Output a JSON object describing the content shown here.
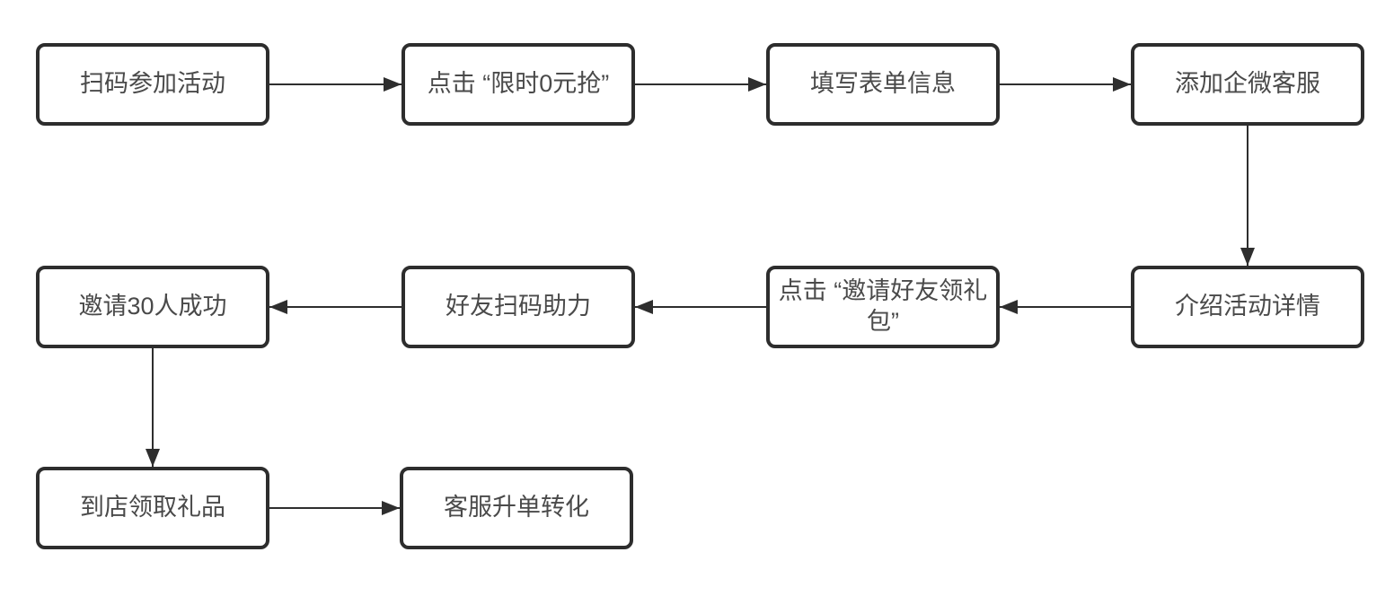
{
  "flowchart": {
    "title": "activity-funnel-flowchart",
    "colors": {
      "background": "#ffffff",
      "node_border": "#2d2d2d",
      "node_fill": "#ffffff",
      "node_text": "#4a4a4a",
      "connector": "#2e2e2e"
    },
    "nodes": [
      {
        "id": "scan-code",
        "label": "扫码参加活动"
      },
      {
        "id": "click-limited-time-0yuan",
        "label": "点击 “限时0元抢”"
      },
      {
        "id": "fill-form",
        "label": "填写表单信息"
      },
      {
        "id": "add-wecom-service",
        "label": "添加企微客服"
      },
      {
        "id": "introduce-activity",
        "label": "介绍活动详情"
      },
      {
        "id": "click-invite-friends",
        "label": "点击 “邀请好友领礼包”"
      },
      {
        "id": "friends-scan-assist",
        "label": "好友扫码助力"
      },
      {
        "id": "invite-30-success",
        "label": "邀请30人成功"
      },
      {
        "id": "store-collect-gift",
        "label": "到店领取礼品"
      },
      {
        "id": "service-upsell",
        "label": "客服升单转化"
      }
    ],
    "edges": [
      {
        "from": "scan-code",
        "to": "click-limited-time-0yuan",
        "direction": "right"
      },
      {
        "from": "click-limited-time-0yuan",
        "to": "fill-form",
        "direction": "right"
      },
      {
        "from": "fill-form",
        "to": "add-wecom-service",
        "direction": "right"
      },
      {
        "from": "add-wecom-service",
        "to": "introduce-activity",
        "direction": "down"
      },
      {
        "from": "introduce-activity",
        "to": "click-invite-friends",
        "direction": "left"
      },
      {
        "from": "click-invite-friends",
        "to": "friends-scan-assist",
        "direction": "left"
      },
      {
        "from": "friends-scan-assist",
        "to": "invite-30-success",
        "direction": "left"
      },
      {
        "from": "invite-30-success",
        "to": "store-collect-gift",
        "direction": "down"
      },
      {
        "from": "store-collect-gift",
        "to": "service-upsell",
        "direction": "right"
      }
    ]
  }
}
